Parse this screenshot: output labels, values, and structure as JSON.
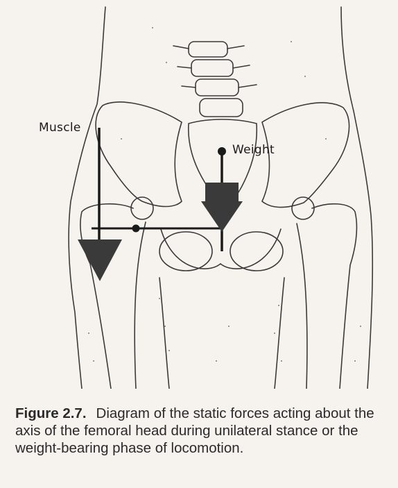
{
  "labels": {
    "muscle": "Muscle",
    "weight": "Weight"
  },
  "caption": {
    "figure_number": "Figure 2.7.",
    "text": "Diagram of the static forces acting about the axis of the femoral head during unilateral stance or the weight-bearing phase of locomotion."
  }
}
